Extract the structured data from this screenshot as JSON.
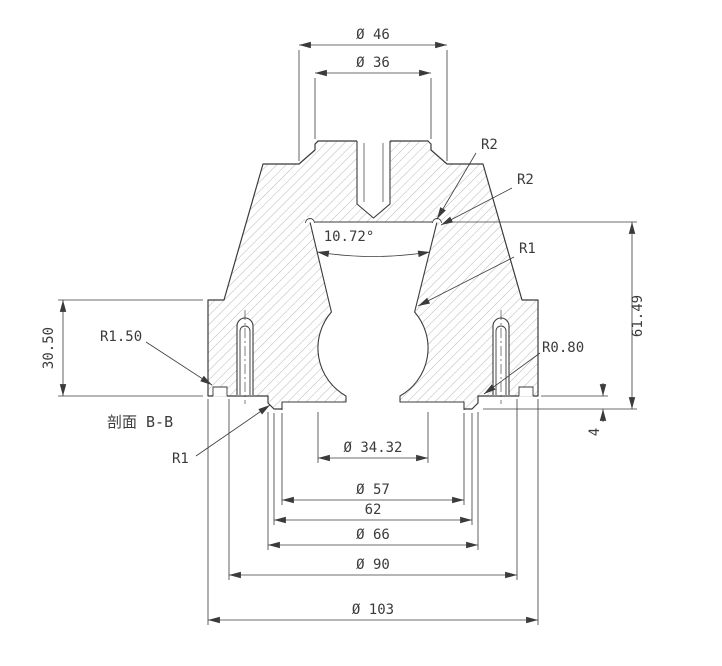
{
  "drawing": {
    "section_label": "剖面 B-B",
    "labels": {
      "dia46": "Ø 46",
      "dia36": "Ø 36",
      "r2_upper": "R2",
      "r2_lower": "R2",
      "r1_bore": "R1",
      "taper_angle": "10.72°",
      "height_30_50": "30.50",
      "r1_50": "R1.50",
      "r1_spigot": "R1",
      "r0_80": "R0.80",
      "height_61_49": "61.49",
      "spigot_height_4": "4",
      "dia34_32": "Ø 34.32",
      "dia57": "Ø 57",
      "width62": "62",
      "dia66": "Ø 66",
      "dia90": "Ø 90",
      "dia103": "Ø 103"
    },
    "colors": {
      "line": "#3b3b3b",
      "hatch": "#999999",
      "background": "#ffffff"
    }
  }
}
